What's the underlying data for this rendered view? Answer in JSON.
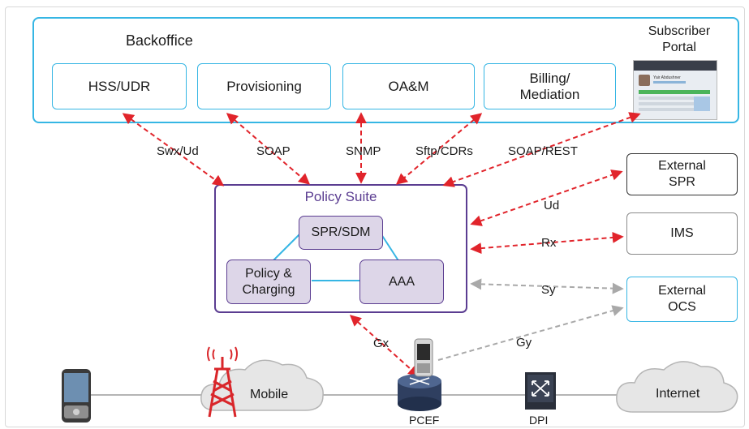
{
  "backoffice": {
    "title": "Backoffice",
    "boxes": [
      "HSS/UDR",
      "Provisioning",
      "OA&M",
      "Billing/\nMediation"
    ],
    "portal_title": "Subscriber\nPortal",
    "portal_user": "Yair Abdushner"
  },
  "policy_suite": {
    "title": "Policy Suite",
    "spr": "SPR/SDM",
    "pcrf": "Policy &\nCharging",
    "aaa": "AAA"
  },
  "external": {
    "spr": "External\nSPR",
    "ims": "IMS",
    "ocs": "External\nOCS"
  },
  "interfaces": {
    "swx": "Swx/Ud",
    "soap": "SOAP",
    "snmp": "SNMP",
    "sftp": "Sftp/CDRs",
    "soaprest": "SOAP/REST",
    "ud": "Ud",
    "rx": "Rx",
    "sy": "Sy",
    "gx": "Gx",
    "gy": "Gy"
  },
  "network": {
    "mobile": "Mobile",
    "internet": "Internet",
    "pcef": "PCEF",
    "dpi": "DPI"
  },
  "colors": {
    "backoffice_border": "#36b6e4",
    "policy_border": "#5b3d91",
    "inner_fill": "#ddd6e8",
    "red_arrow": "#e1242b",
    "gray_arrow": "#a9a9a9",
    "network_line": "#b5b5b5"
  }
}
